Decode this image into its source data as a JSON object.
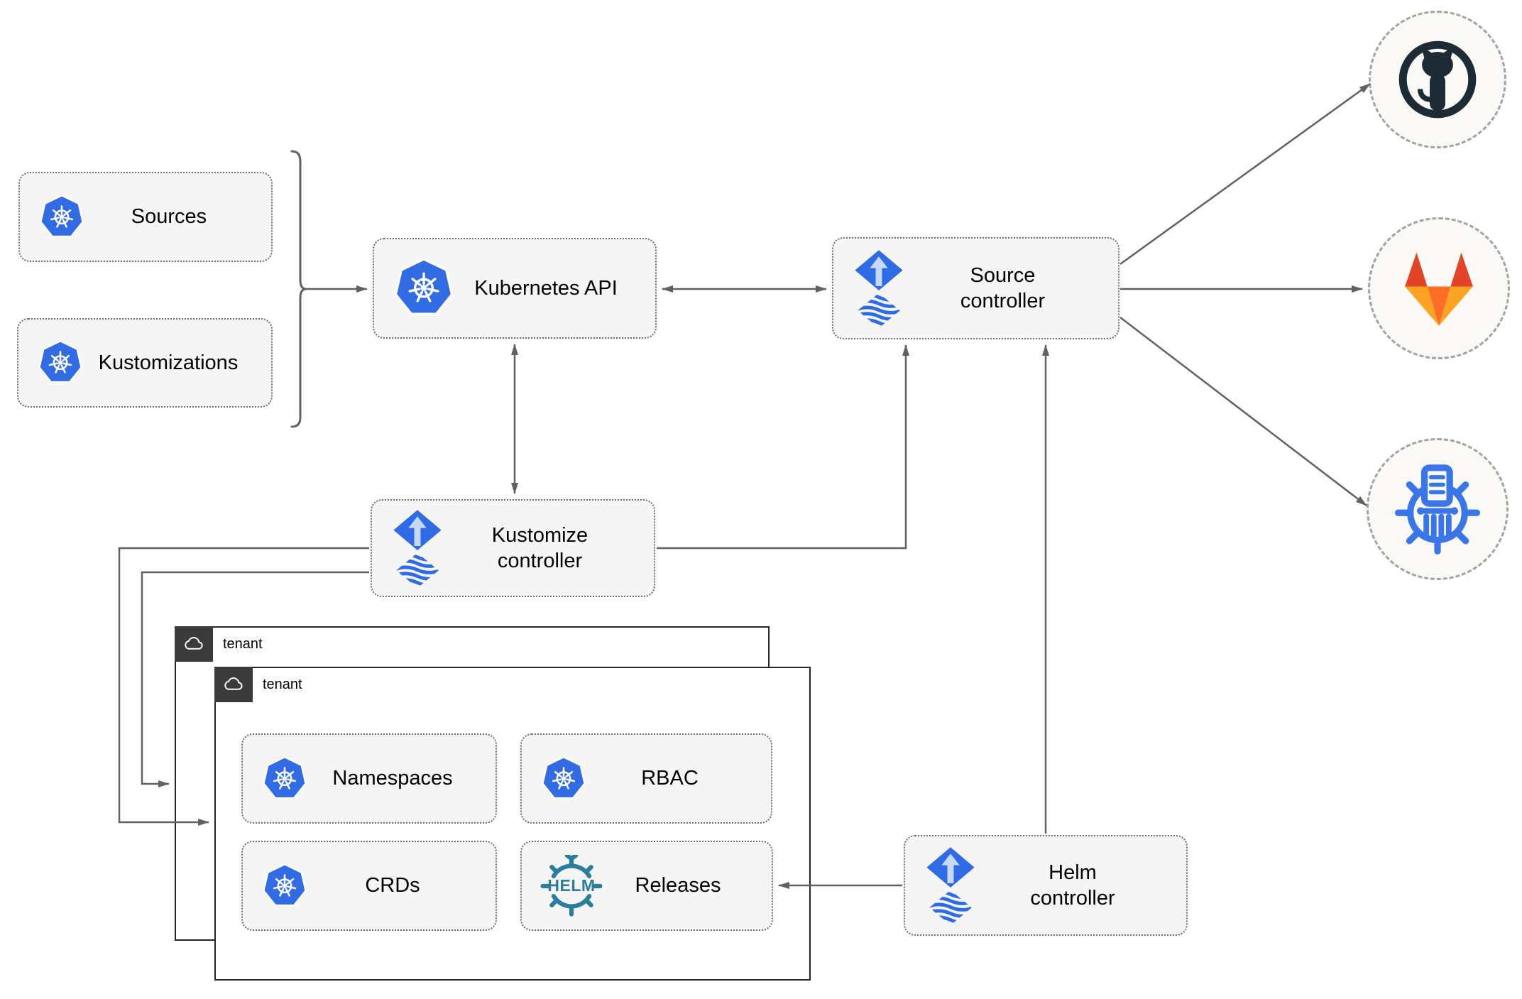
{
  "nodes": {
    "sources": {
      "label": "Sources",
      "icon": "kubernetes"
    },
    "kustomizations": {
      "label": "Kustomizations",
      "icon": "kubernetes"
    },
    "kubernetes_api": {
      "label": "Kubernetes API",
      "icon": "kubernetes"
    },
    "source_controller": {
      "label": "Source controller",
      "icon": "flux"
    },
    "kustomize_controller": {
      "label": "Kustomize controller",
      "icon": "flux"
    },
    "helm_controller": {
      "label": "Helm controller",
      "icon": "flux"
    },
    "namespaces": {
      "label": "Namespaces",
      "icon": "kubernetes"
    },
    "rbac": {
      "label": "RBAC",
      "icon": "kubernetes"
    },
    "crds": {
      "label": "CRDs",
      "icon": "kubernetes"
    },
    "releases": {
      "label": "Releases",
      "icon": "helm-wheel",
      "logo_text": "HELM"
    }
  },
  "groups": {
    "tenant_back": {
      "label": "tenant",
      "icon": "cloud"
    },
    "tenant_front": {
      "label": "tenant",
      "icon": "cloud"
    }
  },
  "external": {
    "github": {
      "icon": "github-logo"
    },
    "gitlab": {
      "icon": "gitlab-logo"
    },
    "chart_registry": {
      "icon": "chartmuseum-logo"
    }
  },
  "colors": {
    "kubernetes_blue": "#326ce5",
    "flux_blue": "#2e6be4",
    "flux_arrow_light": "#c6d9f7",
    "helm_teal": "#2a7d9c",
    "chartmuseum_blue": "#3b76e8",
    "github_dark": "#1c2b36",
    "gitlab_red": "#e24329",
    "gitlab_orange": "#fc6d26",
    "gitlab_yellow": "#fca326",
    "connector_gray": "#616161",
    "node_fill": "#f5f5f5",
    "tenant_chip": "#3b3b3b"
  }
}
